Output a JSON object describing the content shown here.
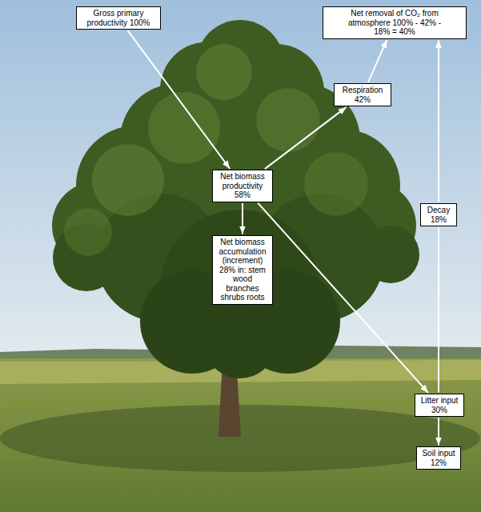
{
  "diagram": {
    "nodes": [
      {
        "text": [
          "Gross primary productivity 100%"
        ]
      },
      {
        "text": [
          "Net removal of CO₂ from atmosphere 100% - 42% - 18% = 40%"
        ]
      },
      {
        "text": [
          "Respiration 42%"
        ]
      },
      {
        "text": [
          "Net biomass productivity 58%"
        ]
      },
      {
        "text": [
          "Decay 18%"
        ]
      },
      {
        "text": [
          "Net biomass accumulation (increment) 28% in: stem wood branches shrubs roots"
        ]
      },
      {
        "text": [
          "Litter input 30%"
        ]
      },
      {
        "text": [
          "Soil input 12%"
        ]
      }
    ],
    "edges": [
      {
        "from": 0,
        "to": 3,
        "arrow": "to"
      },
      {
        "from": 3,
        "to": 2,
        "arrow": "to"
      },
      {
        "from": 2,
        "to": 1,
        "arrow": "to"
      },
      {
        "from": 3,
        "to": 5,
        "arrow": "to"
      },
      {
        "from": 3,
        "to": 6,
        "arrow": "to"
      },
      {
        "from": 6,
        "to": 4,
        "arrow": "none"
      },
      {
        "from": 4,
        "to": 1,
        "arrow": "to"
      },
      {
        "from": 6,
        "to": 7,
        "arrow": "to"
      }
    ]
  }
}
